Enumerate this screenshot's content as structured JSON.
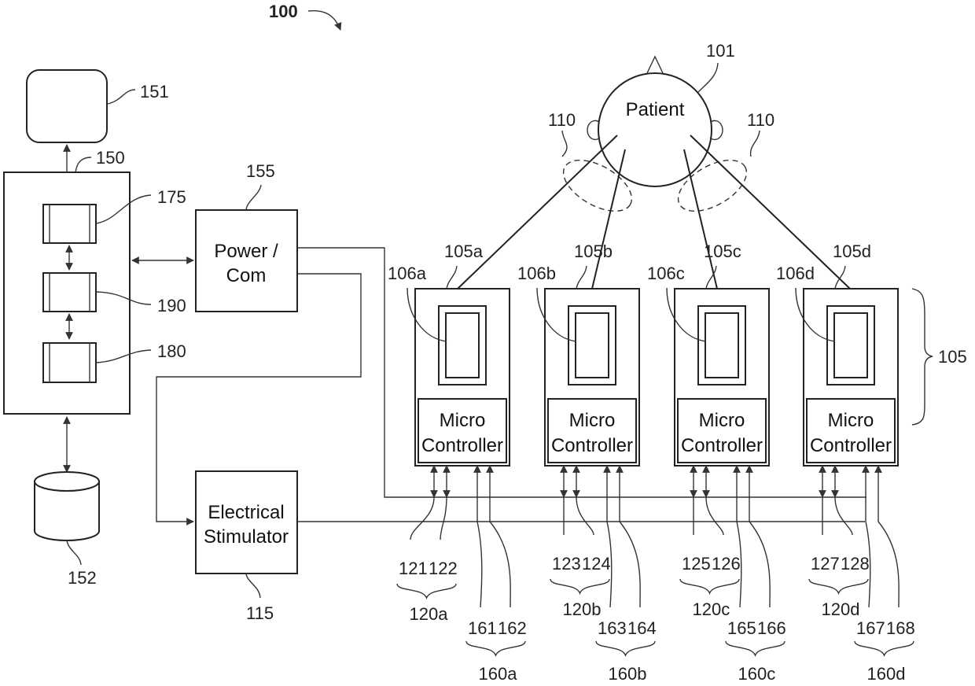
{
  "figure": {
    "figure_ref": "100",
    "patient": {
      "label": "Patient",
      "ref": "101"
    },
    "coil_ref_left": "110",
    "coil_ref_right": "110",
    "display_ref": "151",
    "computer_ref": "150",
    "computer_components": [
      {
        "ref": "175"
      },
      {
        "ref": "190"
      },
      {
        "ref": "180"
      }
    ],
    "database_ref": "152",
    "power_com": {
      "label_line1": "Power /",
      "label_line2": "Com",
      "ref": "155"
    },
    "stimulator": {
      "label_line1": "Electrical",
      "label_line2": "Stimulator",
      "ref": "115"
    },
    "module_group_ref": "105",
    "modules": [
      {
        "ref": "105a",
        "sensor_ref": "106a",
        "mc_line1": "Micro",
        "mc_line2": "Controller",
        "comm_refs": [
          "121",
          "122"
        ],
        "comm_group": "120a",
        "stim_refs": [
          "161",
          "162"
        ],
        "stim_group": "160a"
      },
      {
        "ref": "105b",
        "sensor_ref": "106b",
        "mc_line1": "Micro",
        "mc_line2": "Controller",
        "comm_refs": [
          "123",
          "124"
        ],
        "comm_group": "120b",
        "stim_refs": [
          "163",
          "164"
        ],
        "stim_group": "160b"
      },
      {
        "ref": "105c",
        "sensor_ref": "106c",
        "mc_line1": "Micro",
        "mc_line2": "Controller",
        "comm_refs": [
          "125",
          "126"
        ],
        "comm_group": "120c",
        "stim_refs": [
          "165",
          "166"
        ],
        "stim_group": "160c"
      },
      {
        "ref": "105d",
        "sensor_ref": "106d",
        "mc_line1": "Micro",
        "mc_line2": "Controller",
        "comm_refs": [
          "127",
          "128"
        ],
        "comm_group": "120d",
        "stim_refs": [
          "167",
          "168"
        ],
        "stim_group": "160d"
      }
    ]
  }
}
